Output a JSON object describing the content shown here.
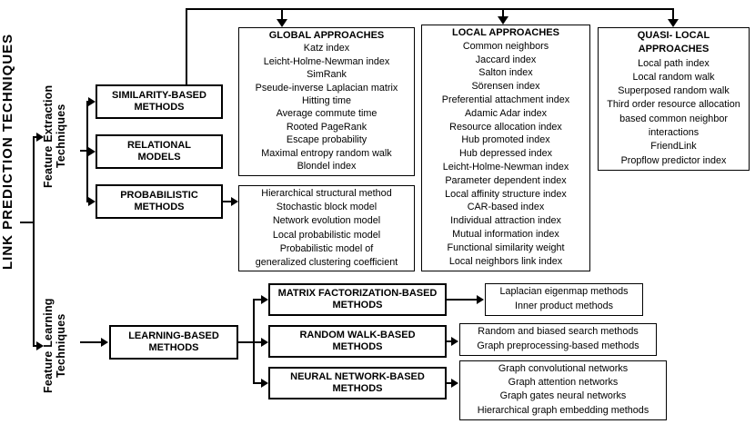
{
  "root": {
    "label": "LINK PREDICTION TECHNIQUES"
  },
  "group_labels": {
    "extraction": {
      "label": "Feature Extraction Techniques"
    },
    "learning": {
      "label": "Feature Learning Techniques"
    }
  },
  "extraction_methods": {
    "similarity": {
      "label": "SIMILARITY-BASED METHODS"
    },
    "relational": {
      "label": "RELATIONAL MODELS"
    },
    "probabilistic": {
      "label": "PROBABILISTIC METHODS"
    }
  },
  "global_approaches": {
    "title": "GLOBAL APPROACHES",
    "items": [
      "Katz index",
      "Leicht-Holme-Newman index",
      "SimRank",
      "Pseude-inverse Laplacian matrix",
      "Hitting time",
      "Average commute time",
      "Rooted PageRank",
      "Escape probability",
      "Maximal entropy random walk",
      "Blondel index"
    ]
  },
  "local_approaches": {
    "title": "LOCAL APPROACHES",
    "items": [
      "Common neighbors",
      "Jaccard index",
      "Salton index",
      "Sörensen index",
      "Preferential attachment index",
      "Adamic Adar index",
      "Resource allocation index",
      "Hub promoted index",
      "Hub depressed index",
      "Leicht-Holme-Newman index",
      "Parameter dependent index",
      "Local affinity structure index",
      "CAR-based index",
      "Individual attraction index",
      "Mutual information index",
      "Functional similarity weight",
      "Local neighbors link index"
    ]
  },
  "quasi_local_approaches": {
    "title": "QUASI- LOCAL APPROACHES",
    "items": [
      "Local path index",
      "Local random walk",
      "Superposed random walk",
      "Third order resource allocation",
      "based common neighbor",
      "interactions",
      "FriendLink",
      "Propflow predictor index"
    ]
  },
  "probabilistic_models": {
    "items": [
      "Hierarchical structural method",
      "Stochastic block model",
      "Network evolution model",
      "Local probabilistic model",
      "Probabilistic model of",
      "generalized clustering coefficient"
    ]
  },
  "learning_methods": {
    "learning_based": {
      "label": "LEARNING-BASED METHODS"
    },
    "matrix": {
      "label": "MATRIX FACTORIZATION-BASED METHODS"
    },
    "random_walk": {
      "label": "RANDOM WALK-BASED METHODS"
    },
    "neural": {
      "label": "NEURAL NETWORK-BASED METHODS"
    }
  },
  "matrix_outputs": {
    "items": [
      "Laplacian eigenmap methods",
      "Inner product methods"
    ]
  },
  "random_walk_outputs": {
    "items": [
      "Random and biased search methods",
      "Graph preprocessing-based methods"
    ]
  },
  "neural_outputs": {
    "items": [
      "Graph convolutional networks",
      "Graph attention networks",
      "Graph gates neural networks",
      "Hierarchical graph embedding methods"
    ]
  }
}
